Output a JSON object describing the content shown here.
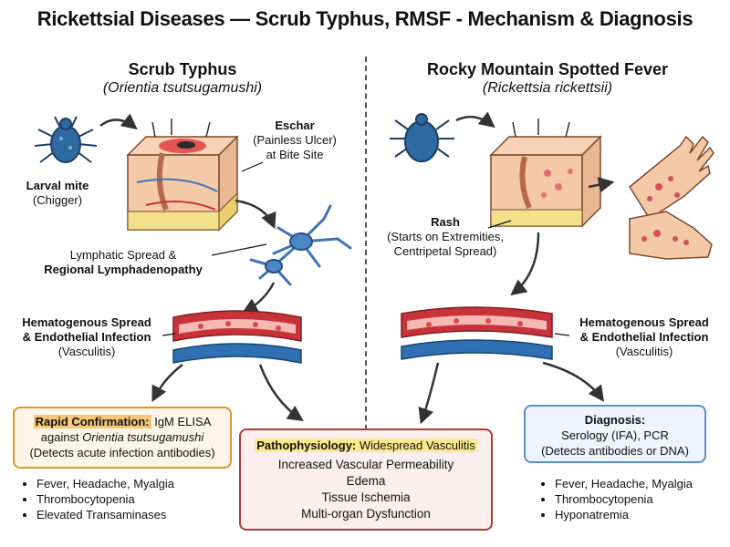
{
  "title": "Rickettsial Diseases — Scrub Typhus, RMSF - Mechanism & Diagnosis",
  "left": {
    "heading": "Scrub Typhus",
    "organism": "(Orientia tsutsugamushi)",
    "vector_name": "Larval mite",
    "vector_alias": "(Chigger)",
    "eschar_title": "Eschar",
    "eschar_line1": "(Painless Ulcer)",
    "eschar_line2": "at Bite Site",
    "lymph_line1": "Lymphatic Spread &",
    "lymph_line2": "Regional Lymphadenopathy",
    "hemato_line1": "Hematogenous Spread",
    "hemato_line2": "& Endothelial Infection",
    "hemato_line3": "(Vasculitis)",
    "confirm_label": "Rapid Confirmation:",
    "confirm_test": " IgM ELISA",
    "confirm_against": "against ",
    "confirm_organism": "Orientia tsutsugamushi",
    "confirm_detects": "(Detects acute infection antibodies)",
    "findings": [
      "Fever, Headache, Myalgia",
      "Thrombocytopenia",
      "Elevated Transaminases"
    ]
  },
  "right": {
    "heading": "Rocky Mountain Spotted Fever",
    "organism": "(Rickettsia rickettsii)",
    "rash_title": "Rash",
    "rash_line1": "(Starts on Extremities,",
    "rash_line2": "Centripetal Spread)",
    "hemato_line1": "Hematogenous Spread",
    "hemato_line2": "& Endothelial Infection",
    "hemato_line3": "(Vasculitis)",
    "diag_label": "Diagnosis:",
    "diag_line1": "Serology (IFA), PCR",
    "diag_line2": "(Detects antibodies or DNA)",
    "findings": [
      "Fever, Headache, Myalgia",
      "Thrombocytopenia",
      "Hyponatremia"
    ]
  },
  "center": {
    "patho_label": "Pathophysiology:",
    "patho_value": " Widespread Vasculitis",
    "items": [
      "Increased Vascular Permeability",
      "Edema",
      "Tissue Ischemia",
      "Multi-organ Dysfunction"
    ]
  },
  "colors": {
    "artery": "#c8333a",
    "vein": "#2f6fb3",
    "vector": "#2d6aa0",
    "skin": "#f3c9a8",
    "orange": "#e0952a",
    "red": "#b23a3a",
    "blue": "#5b8fc9"
  }
}
